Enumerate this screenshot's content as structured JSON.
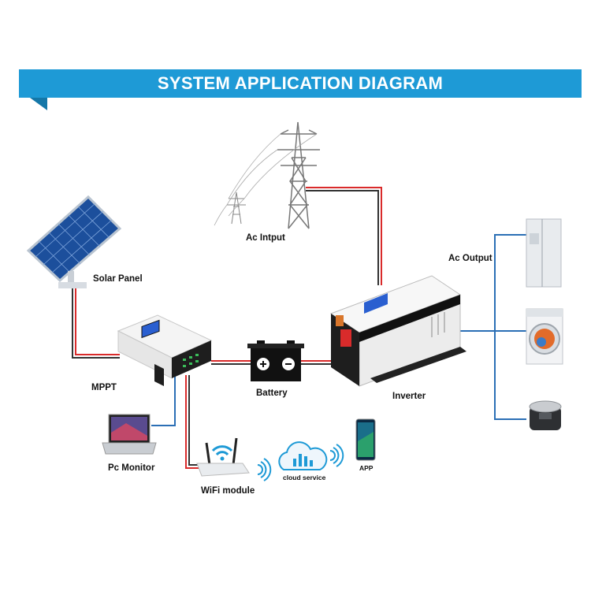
{
  "header": {
    "title": "SYSTEM APPLICATION DIAGRAM"
  },
  "labels": {
    "ac_input": "Ac Intput",
    "solar_panel": "Solar Panel",
    "ac_output": "Ac Output",
    "mppt": "MPPT",
    "battery": "Battery",
    "inverter": "Inverter",
    "pc_monitor": "Pc Monitor",
    "wifi_module": "WiFi module",
    "cloud_service": "cloud service",
    "app": "APP"
  },
  "colors": {
    "banner": "#1e9ad6",
    "wire_red": "#d92b2b",
    "wire_dark": "#333333",
    "wire_blue": "#2b6fb5",
    "accent_blue": "#1e9ad6"
  }
}
